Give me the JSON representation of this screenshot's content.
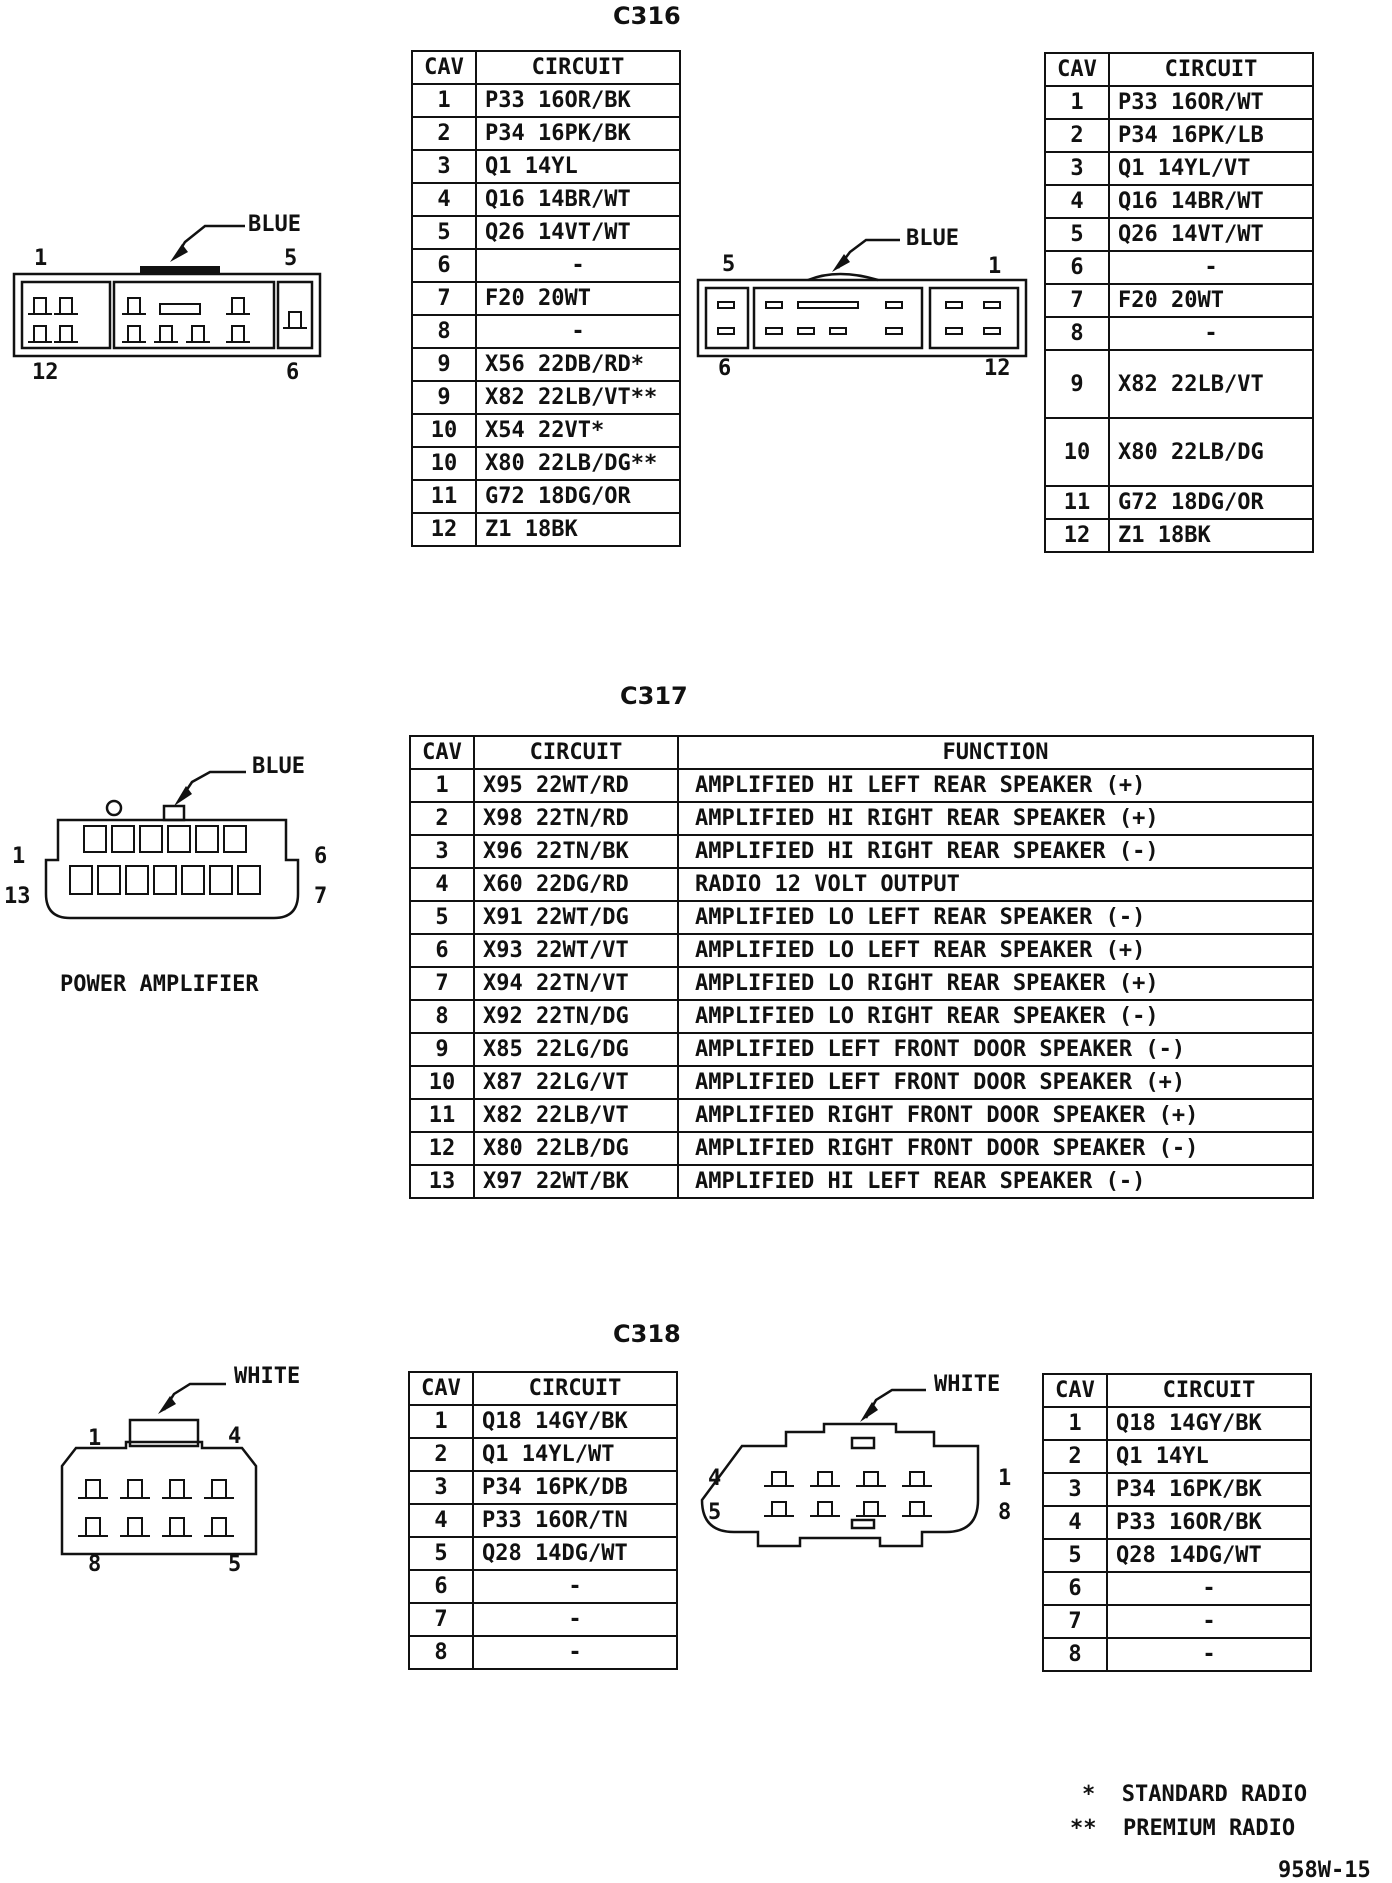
{
  "c316": {
    "title": "C316",
    "left_connector": {
      "color_label": "BLUE",
      "pins": [
        "1",
        "5",
        "12",
        "6"
      ]
    },
    "right_connector": {
      "color_label": "BLUE",
      "pins": [
        "5",
        "1",
        "6",
        "12"
      ]
    },
    "left_table": {
      "headers": [
        "CAV",
        "CIRCUIT"
      ],
      "rows": [
        [
          "1",
          "P33  16OR/BK"
        ],
        [
          "2",
          "P34  16PK/BK"
        ],
        [
          "3",
          "Q1  14YL"
        ],
        [
          "4",
          "Q16  14BR/WT"
        ],
        [
          "5",
          "Q26  14VT/WT"
        ],
        [
          "6",
          "-"
        ],
        [
          "7",
          "F20  20WT"
        ],
        [
          "8",
          "-"
        ],
        [
          "9",
          "X56  22DB/RD*"
        ],
        [
          "9",
          "X82  22LB/VT**"
        ],
        [
          "10",
          "X54  22VT*"
        ],
        [
          "10",
          "X80  22LB/DG**"
        ],
        [
          "11",
          "G72  18DG/OR"
        ],
        [
          "12",
          "Z1  18BK"
        ]
      ]
    },
    "right_table": {
      "headers": [
        "CAV",
        "CIRCUIT"
      ],
      "rows": [
        [
          "1",
          "P33  16OR/WT"
        ],
        [
          "2",
          "P34  16PK/LB"
        ],
        [
          "3",
          "Q1  14YL/VT"
        ],
        [
          "4",
          "Q16  14BR/WT"
        ],
        [
          "5",
          "Q26  14VT/WT"
        ],
        [
          "6",
          "-"
        ],
        [
          "7",
          "F20  20WT"
        ],
        [
          "8",
          "-"
        ],
        [
          "9",
          "X82  22LB/VT"
        ],
        [
          "10",
          "X80  22LB/DG"
        ],
        [
          "11",
          "G72  18DG/OR"
        ],
        [
          "12",
          "Z1  18BK"
        ]
      ]
    }
  },
  "c317": {
    "title": "C317",
    "connector": {
      "color_label": "BLUE",
      "pins": [
        "1",
        "13",
        "6",
        "7"
      ],
      "caption": "POWER AMPLIFIER"
    },
    "table": {
      "headers": [
        "CAV",
        "CIRCUIT",
        "FUNCTION"
      ],
      "rows": [
        [
          "1",
          "X95  22WT/RD",
          "AMPLIFIED  HI  LEFT  REAR  SPEAKER  (+)"
        ],
        [
          "2",
          "X98  22TN/RD",
          "AMPLIFIED  HI  RIGHT  REAR  SPEAKER  (+)"
        ],
        [
          "3",
          "X96  22TN/BK",
          "AMPLIFIED  HI  RIGHT  REAR  SPEAKER  (-)"
        ],
        [
          "4",
          "X60  22DG/RD",
          "RADIO  12  VOLT  OUTPUT"
        ],
        [
          "5",
          "X91  22WT/DG",
          "AMPLIFIED  LO  LEFT  REAR  SPEAKER  (-)"
        ],
        [
          "6",
          "X93  22WT/VT",
          "AMPLIFIED  LO  LEFT  REAR  SPEAKER  (+)"
        ],
        [
          "7",
          "X94  22TN/VT",
          "AMPLIFIED  LO  RIGHT  REAR  SPEAKER  (+)"
        ],
        [
          "8",
          "X92  22TN/DG",
          "AMPLIFIED  LO  RIGHT  REAR  SPEAKER  (-)"
        ],
        [
          "9",
          "X85  22LG/DG",
          "AMPLIFIED  LEFT  FRONT  DOOR  SPEAKER  (-)"
        ],
        [
          "10",
          "X87  22LG/VT",
          "AMPLIFIED  LEFT  FRONT  DOOR  SPEAKER  (+)"
        ],
        [
          "11",
          "X82  22LB/VT",
          "AMPLIFIED  RIGHT  FRONT  DOOR  SPEAKER  (+)"
        ],
        [
          "12",
          "X80  22LB/DG",
          "AMPLIFIED  RIGHT  FRONT  DOOR  SPEAKER  (-)"
        ],
        [
          "13",
          "X97  22WT/BK",
          "AMPLIFIED  HI  LEFT  REAR  SPEAKER  (-)"
        ]
      ]
    }
  },
  "c318": {
    "title": "C318",
    "left_connector": {
      "color_label": "WHITE",
      "pins": [
        "1",
        "4",
        "8",
        "5"
      ]
    },
    "right_connector": {
      "color_label": "WHITE",
      "pins": [
        "4",
        "5",
        "1",
        "8"
      ]
    },
    "left_table": {
      "headers": [
        "CAV",
        "CIRCUIT"
      ],
      "rows": [
        [
          "1",
          "Q18  14GY/BK"
        ],
        [
          "2",
          "Q1  14YL/WT"
        ],
        [
          "3",
          "P34  16PK/DB"
        ],
        [
          "4",
          "P33  16OR/TN"
        ],
        [
          "5",
          "Q28  14DG/WT"
        ],
        [
          "6",
          "-"
        ],
        [
          "7",
          "-"
        ],
        [
          "8",
          "-"
        ]
      ]
    },
    "right_table": {
      "headers": [
        "CAV",
        "CIRCUIT"
      ],
      "rows": [
        [
          "1",
          "Q18  14GY/BK"
        ],
        [
          "2",
          "Q1  14YL"
        ],
        [
          "3",
          "P34  16PK/BK"
        ],
        [
          "4",
          "P33  16OR/BK"
        ],
        [
          "5",
          "Q28  14DG/WT"
        ],
        [
          "6",
          "-"
        ],
        [
          "7",
          "-"
        ],
        [
          "8",
          "-"
        ]
      ]
    }
  },
  "legend": [
    "*  STANDARD RADIO",
    "**  PREMIUM RADIO"
  ],
  "figure_id": "958W-15"
}
